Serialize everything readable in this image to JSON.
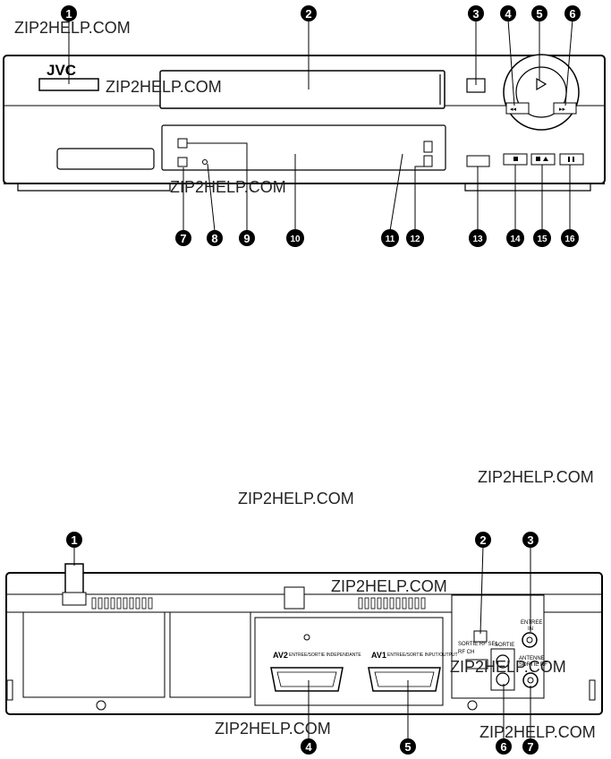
{
  "watermark": "ZIP2HELP.COM",
  "front": {
    "brand": "JVC",
    "callouts": [
      "1",
      "2",
      "3",
      "4",
      "5",
      "6",
      "7",
      "8",
      "9",
      "10",
      "11",
      "12",
      "13",
      "14",
      "15",
      "16"
    ]
  },
  "rear": {
    "callouts": [
      "1",
      "2",
      "3",
      "4",
      "5",
      "6",
      "7"
    ],
    "labels": {
      "sortie_rf_sel": "SORTIE RF SEL",
      "rf_ch": "RF CH",
      "sortie": "SORTIE",
      "entree": "ENTREE",
      "in": "IN",
      "antenne": "ANTENNE",
      "sortie_rf": "SORTIE RF",
      "av2": "AV2",
      "av2_desc": "ENTREE/SORTIE INDEPENDANTE",
      "av1": "AV1",
      "av1_desc": "ENTREE/SORTIE INPUT/OUTPUT"
    }
  }
}
